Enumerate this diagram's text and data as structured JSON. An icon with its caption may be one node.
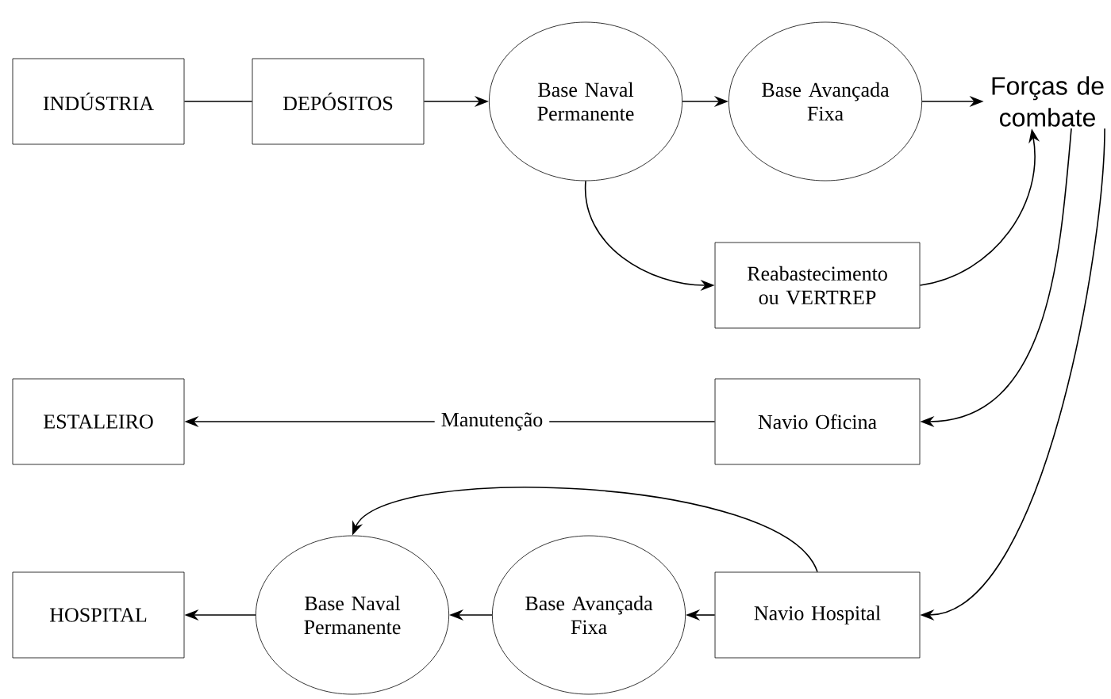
{
  "diagram": {
    "nodes": [
      {
        "text": [
          "INDÚSTRIA"
        ]
      },
      {
        "text": [
          "DEPÓSITOS"
        ]
      },
      {
        "text": [
          "Base Naval Permanente"
        ]
      },
      {
        "text": [
          "Base Avançada Fixa"
        ]
      },
      {
        "text": [
          "Forças de combate"
        ]
      },
      {
        "text": [
          "Reabastecimento ou VERTREP"
        ]
      },
      {
        "text": [
          "ESTALEIRO"
        ]
      },
      {
        "text": [
          "Navio Oficina"
        ]
      },
      {
        "text": [
          "HOSPITAL"
        ]
      },
      {
        "text": [
          "Base Naval Permanente"
        ]
      },
      {
        "text": [
          "Base Avançada Fixa"
        ]
      },
      {
        "text": [
          "Navio Hospital"
        ]
      }
    ],
    "edges": [
      {
        "from": 0,
        "to": 1,
        "arrow": "none"
      },
      {
        "from": 1,
        "to": 2,
        "arrow": "to"
      },
      {
        "from": 2,
        "to": 3,
        "arrow": "to"
      },
      {
        "from": 3,
        "to": 4,
        "arrow": "to"
      },
      {
        "from": 2,
        "to": 5,
        "arrow": "to"
      },
      {
        "from": 5,
        "to": 4,
        "arrow": "to"
      },
      {
        "from": 4,
        "to": 7,
        "arrow": "to"
      },
      {
        "from": 4,
        "to": 11,
        "arrow": "to"
      },
      {
        "from": 7,
        "to": 6,
        "arrow": "to",
        "label": "Manutenção"
      },
      {
        "from": 11,
        "to": 10,
        "arrow": "to"
      },
      {
        "from": 10,
        "to": 9,
        "arrow": "to"
      },
      {
        "from": 9,
        "to": 8,
        "arrow": "to"
      },
      {
        "from": 11,
        "to": 9,
        "arrow": "to"
      }
    ]
  }
}
